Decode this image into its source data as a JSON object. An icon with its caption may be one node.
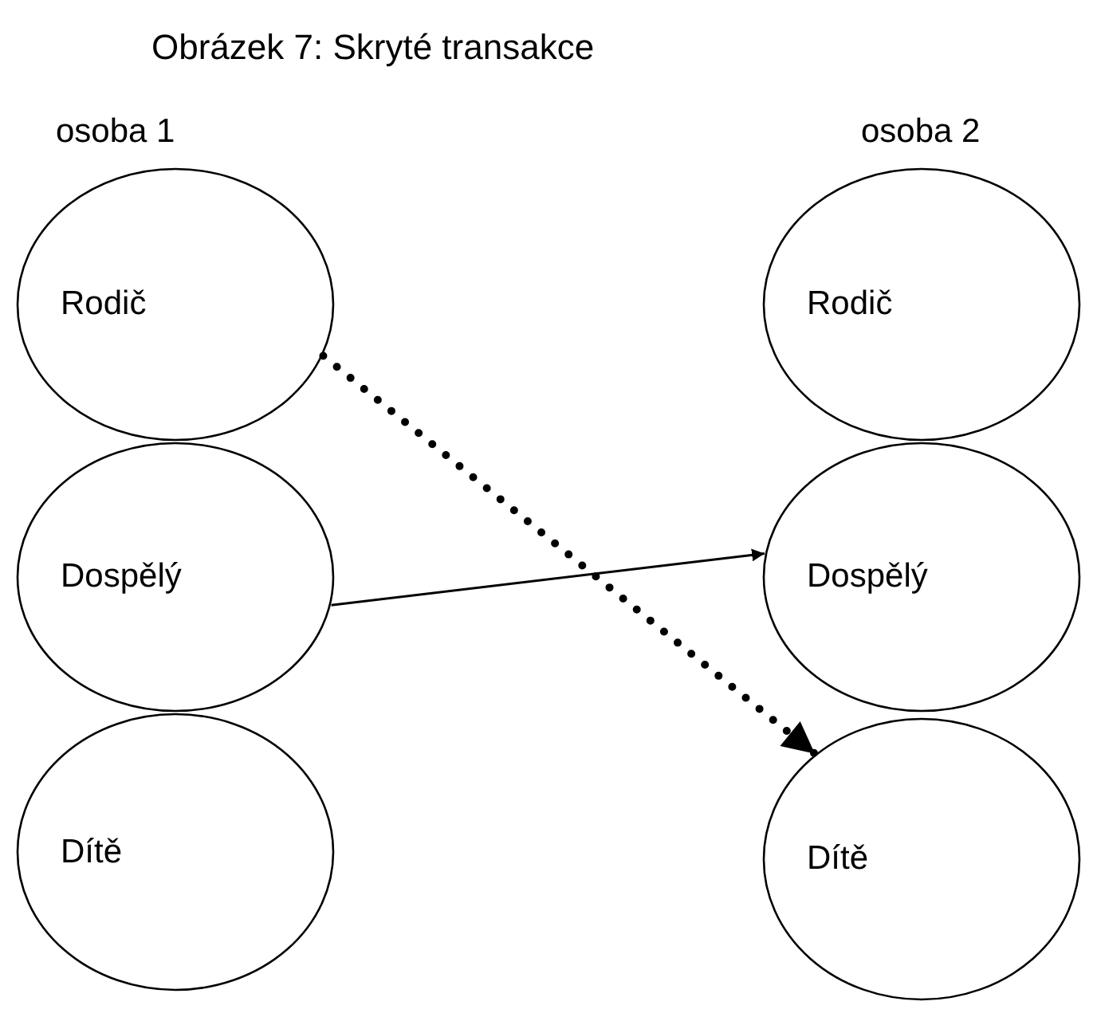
{
  "diagram": {
    "title": "Obrázek 7: Skryté transakce",
    "nodes": [
      {
        "text": [
          "Rodič"
        ]
      },
      {
        "text": [
          "Dospělý"
        ]
      },
      {
        "text": [
          "Dítě"
        ]
      },
      {
        "text": [
          "Rodič"
        ]
      },
      {
        "text": [
          "Dospělý"
        ]
      },
      {
        "text": [
          "Dítě"
        ]
      }
    ],
    "edges": [
      {
        "from": 1,
        "to": 4,
        "arrow": "to"
      },
      {
        "from": 0,
        "to": 5,
        "arrow": "to",
        "style": "dashed"
      }
    ],
    "labels": [
      "osoba 1",
      "osoba 2"
    ]
  }
}
